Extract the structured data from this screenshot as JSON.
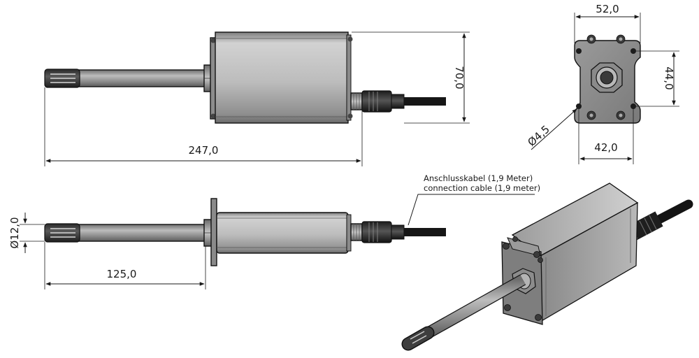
{
  "dimensions": {
    "total_length": "247,0",
    "height": "70,0",
    "housing_width": "52,0",
    "hole_spacing_vertical": "44,0",
    "hole_spacing_horizontal": "42,0",
    "hole_diameter": "Ø4,5",
    "probe_diameter": "Ø12,0",
    "probe_length": "125,0"
  },
  "callout": {
    "line_de": "Anschlusskabel (1,9 Meter)",
    "line_en": "connection cable (1,9 meter)"
  },
  "colors": {
    "housing_light": "#c4c4c4",
    "housing_dark": "#8e8e8e",
    "probe": "#9a9a9a",
    "sensor_cap": "#3c3c3c",
    "cable": "#161616",
    "lines": "#1a1a1a"
  }
}
